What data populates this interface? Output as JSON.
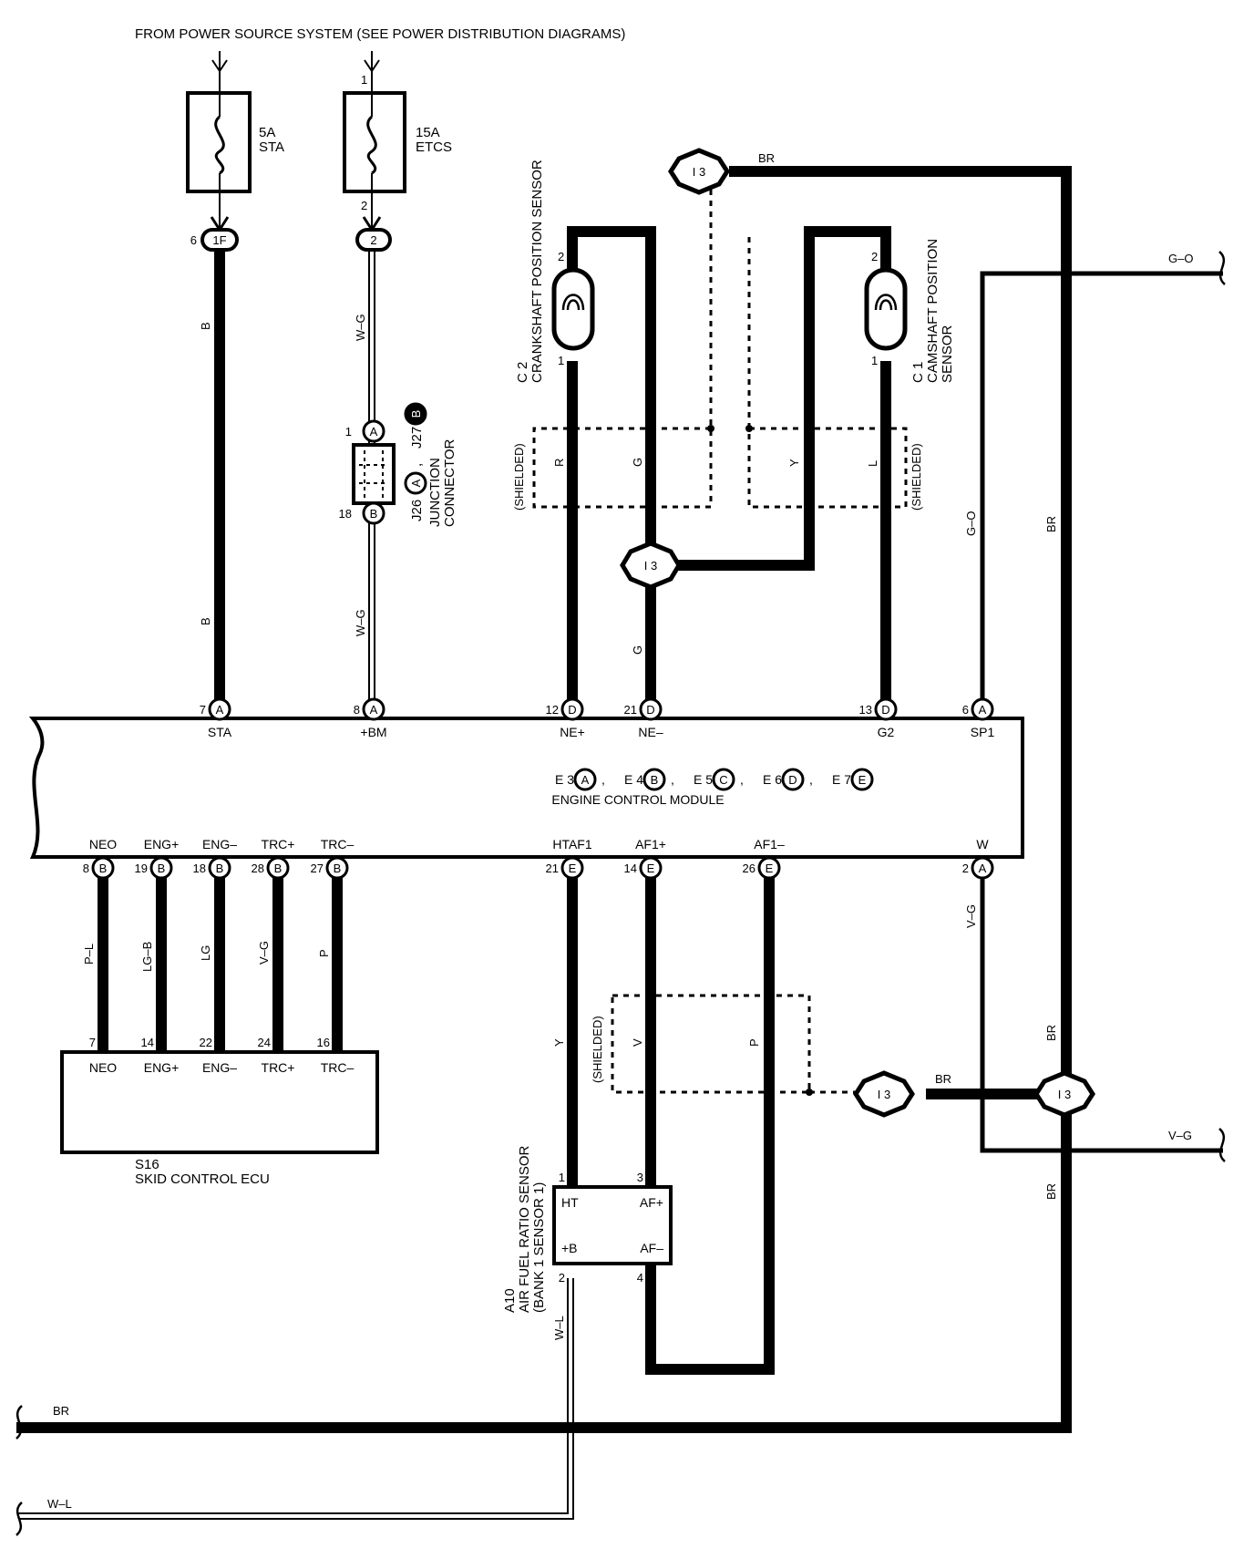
{
  "header": "FROM POWER SOURCE SYSTEM  (SEE POWER DISTRIBUTION DIAGRAMS)",
  "fuses": [
    {
      "rating": "5A",
      "name": "STA",
      "in_pin": "",
      "out_pin": ""
    },
    {
      "rating": "15A",
      "name": "ETCS",
      "in_pin": "1",
      "out_pin": "2"
    }
  ],
  "connectors": {
    "sta_conn_pin": "6",
    "sta_conn_id": "1F",
    "etcs_conn_id": "2",
    "junction_top_pin": "1",
    "junction_top_id": "A",
    "junction_bottom_pin": "18",
    "junction_bottom_id": "B",
    "junction_name_line1": "J26",
    "junction_a": "A",
    "junction_sep": ",",
    "junction_name_line2": "J27",
    "junction_b": "B",
    "junction_label_1": "JUNCTION",
    "junction_label_2": "CONNECTOR",
    "i3": "I 3"
  },
  "wires": {
    "b": "B",
    "wg": "W–G",
    "r": "R",
    "g": "G",
    "y": "Y",
    "l": "L",
    "go": "G–O",
    "br": "BR",
    "vg": "V–G",
    "v": "V",
    "p": "P",
    "pl": "P–L",
    "lgb": "LG–B",
    "lg": "LG",
    "wl": "W–L"
  },
  "shielded": "(SHIELDED)",
  "sensors": {
    "crank_pin_top": "2",
    "crank_pin_bottom": "1",
    "crank_line1": "C 2",
    "crank_line2": "CRANKSHAFT POSITION SENSOR",
    "cam_pin_top": "2",
    "cam_pin_bottom": "1",
    "cam_line1": "C 1",
    "cam_line2": "CAMSHAFT POSITION",
    "cam_line3": "SENSOR"
  },
  "ecm": {
    "title": "ENGINE CONTROL MODULE",
    "connector_list": [
      {
        "name": "E 3",
        "id": "A",
        "sep": ","
      },
      {
        "name": "E 4",
        "id": "B",
        "sep": ","
      },
      {
        "name": "E 5",
        "id": "C",
        "sep": ","
      },
      {
        "name": "E 6",
        "id": "D",
        "sep": ","
      },
      {
        "name": "E 7",
        "id": "E",
        "sep": ""
      }
    ],
    "top_terminals": [
      {
        "pin": "7",
        "conn": "A",
        "label": "STA"
      },
      {
        "pin": "8",
        "conn": "A",
        "label": "+BM"
      },
      {
        "pin": "12",
        "conn": "D",
        "label": "NE+"
      },
      {
        "pin": "21",
        "conn": "D",
        "label": "NE–"
      },
      {
        "pin": "13",
        "conn": "D",
        "label": "G2"
      },
      {
        "pin": "6",
        "conn": "A",
        "label": "SP1"
      }
    ],
    "bottom_terminals": [
      {
        "pin": "8",
        "conn": "B",
        "label": "NEO"
      },
      {
        "pin": "19",
        "conn": "B",
        "label": "ENG+"
      },
      {
        "pin": "18",
        "conn": "B",
        "label": "ENG–"
      },
      {
        "pin": "28",
        "conn": "B",
        "label": "TRC+"
      },
      {
        "pin": "27",
        "conn": "B",
        "label": "TRC–"
      },
      {
        "pin": "21",
        "conn": "E",
        "label": "HTAF1"
      },
      {
        "pin": "14",
        "conn": "E",
        "label": "AF1+"
      },
      {
        "pin": "26",
        "conn": "E",
        "label": "AF1–"
      },
      {
        "pin": "2",
        "conn": "A",
        "label": "W"
      }
    ]
  },
  "skid_ecu": {
    "code": "S16",
    "name": "SKID CONTROL ECU",
    "terminals": [
      {
        "pin": "7",
        "label": "NEO"
      },
      {
        "pin": "14",
        "label": "ENG+"
      },
      {
        "pin": "22",
        "label": "ENG–"
      },
      {
        "pin": "24",
        "label": "TRC+"
      },
      {
        "pin": "16",
        "label": "TRC–"
      }
    ]
  },
  "af_sensor": {
    "line1": "A10",
    "line2": "AIR FUEL RATIO SENSOR",
    "line3": "(BANK 1 SENSOR 1)",
    "terminals": [
      {
        "pin": "1",
        "label": "HT"
      },
      {
        "pin": "3",
        "label": "AF+"
      },
      {
        "pin": "2",
        "label": "+B"
      },
      {
        "pin": "4",
        "label": "AF–"
      }
    ]
  }
}
